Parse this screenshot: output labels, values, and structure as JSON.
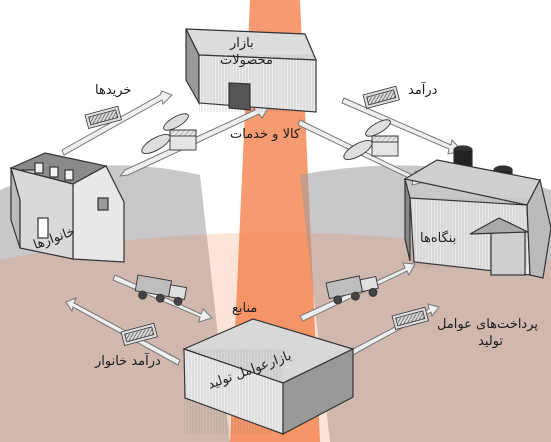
{
  "diagram": {
    "nodes": {
      "product_market_line1": "بازار",
      "product_market_line2": "محصولات",
      "households": "خانوارها",
      "firms": "بنگاه‌ها",
      "factor_market": "بازارعوامل تولید"
    },
    "flows": {
      "purchases": "خریدها",
      "goods_services": "کالا و خدمات",
      "revenue": "درآمد",
      "resources": "منابع",
      "household_income": "درآمد خانوار",
      "factor_payments_line1": "پرداخت‌های عوامل",
      "factor_payments_line2": "تولید"
    }
  },
  "colors": {
    "background": "#ffffff",
    "watermark_red": "#f26b2b",
    "watermark_gray": "#8f9094",
    "arrow_fill": "#efefef",
    "arrow_stroke": "#777777",
    "building_stroke": "#333333"
  }
}
